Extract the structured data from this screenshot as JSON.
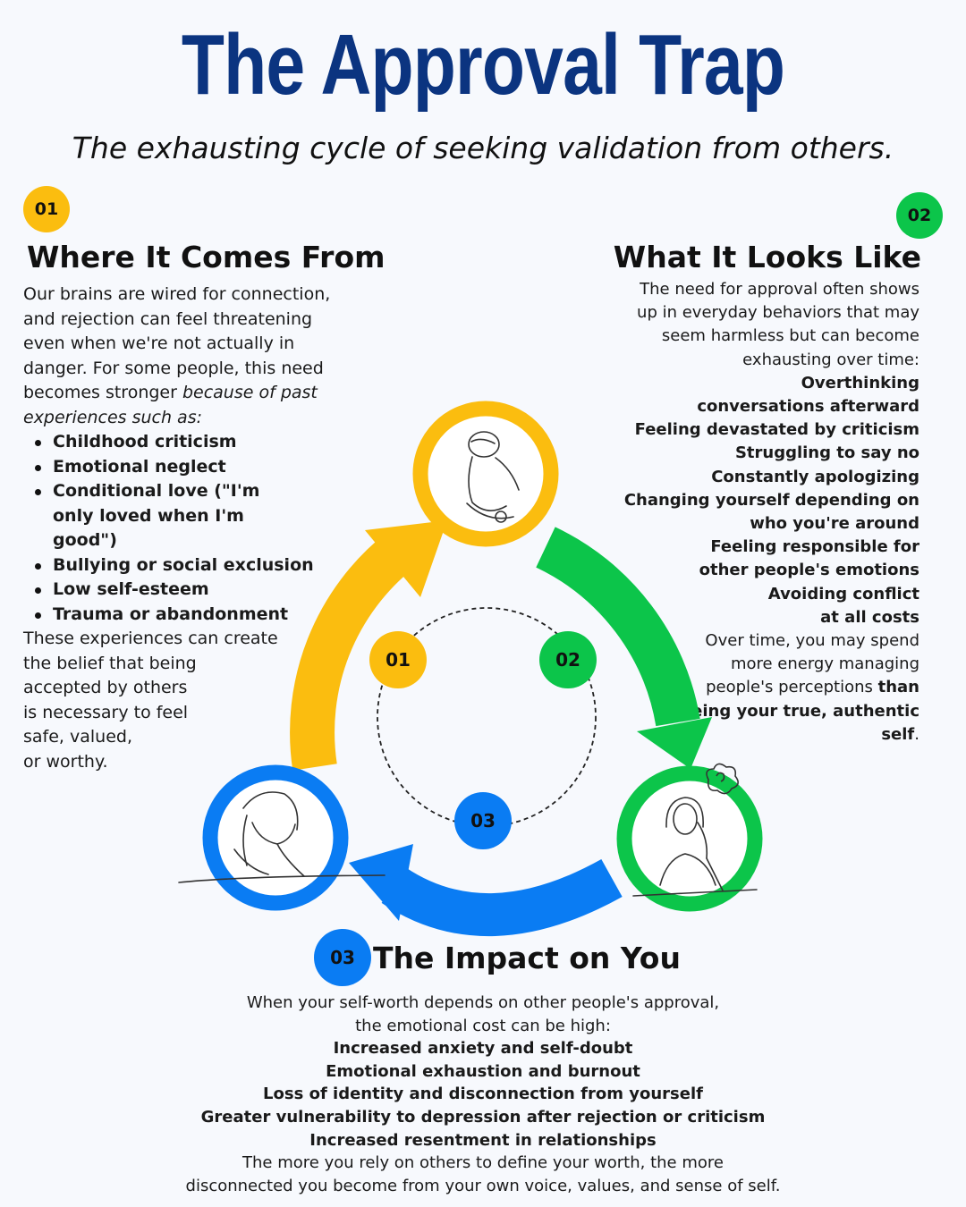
{
  "title": "The Approval Trap",
  "subtitle": "The exhausting cycle of seeking validation from others.",
  "colors": {
    "title": "#0b3480",
    "yellow": "#fbbd0f",
    "green": "#0cc54a",
    "blue": "#0a7cf3",
    "background": "#f7f9fd"
  },
  "section1": {
    "number": "01",
    "heading": "Where It Comes From",
    "intro": "Our brains are wired for connection, and rejection can feel threatening even when we're not actually in danger. For some people, this need becomes stronger ",
    "intro_italic": "because of past experiences such as:",
    "items": [
      "Childhood criticism",
      "Emotional neglect",
      "Conditional love (\"I'm only loved when I'm good\")",
      "Bullying or social exclusion",
      "Low self-esteem",
      "Trauma or abandonment"
    ],
    "outro_lines": [
      "These experiences can create",
      "the belief that being",
      "accepted by others",
      "is necessary to feel",
      "safe, valued,",
      "or worthy."
    ]
  },
  "section2": {
    "number": "02",
    "heading": "What It Looks Like",
    "intro": "The need for approval often shows up in everyday behaviors that may seem harmless but can become exhausting over time:",
    "items": [
      "Overthinking conversations afterward",
      "Feeling devastated by criticism",
      "Struggling to say no",
      "Constantly apologizing",
      "Changing yourself depending on who you're around",
      "Feeling responsible for other people's emotions",
      "Avoiding conflict at all costs"
    ],
    "outro": "Over time, you may spend more energy managing people's perceptions ",
    "outro_bold": "than being your true, authentic self",
    "outro_end": "."
  },
  "section3": {
    "number": "03",
    "heading": "The Impact on You",
    "intro_lines": [
      "When your self-worth depends on other people's approval,",
      "the emotional cost can be high:"
    ],
    "items": [
      "Increased anxiety and self-doubt",
      "Emotional exhaustion and burnout",
      "Loss of identity and disconnection from yourself",
      "Greater vulnerability to depression after rejection or criticism",
      "Increased resentment in relationships"
    ],
    "outro_lines": [
      "The more you rely on others to define your worth, the more",
      "disconnected you become from your own voice, values, and sense of self."
    ]
  },
  "cycle": {
    "badges": [
      "01",
      "02",
      "03"
    ],
    "icons": [
      "sitting-child-icon",
      "thinking-woman-icon",
      "distressed-woman-icon"
    ]
  }
}
